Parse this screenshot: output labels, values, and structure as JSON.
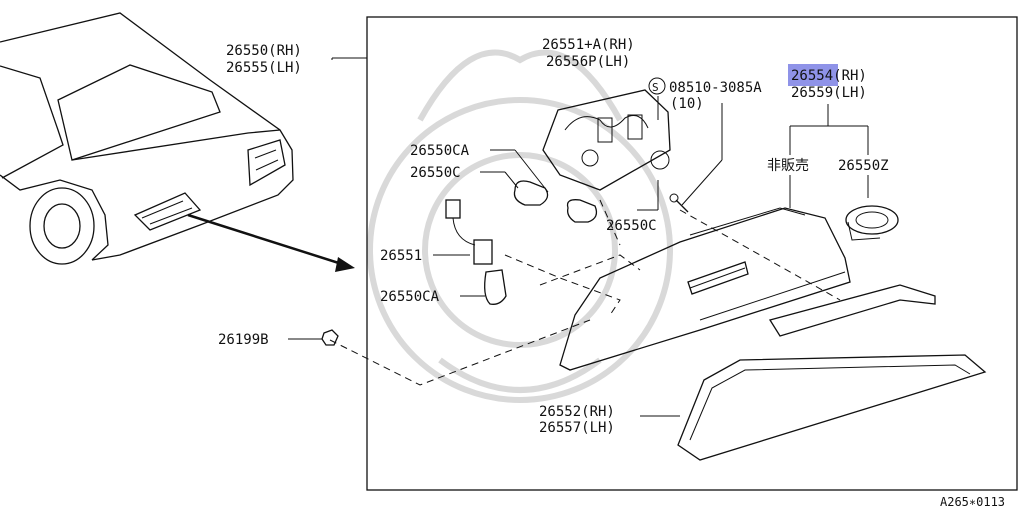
{
  "diagram": {
    "labels": {
      "assembly_rh": "26550(RH)",
      "assembly_lh": "26555(LH)",
      "housing_rh": "26551+A(RH)",
      "housing_lh": "26556P(LH)",
      "screw_code": "08510-3085A",
      "screw_qty": "(10)",
      "lens_rh": "26554(RH)",
      "lens_lh": "26559(LH)",
      "not_sold": "非販売",
      "seal_ring": "26550Z",
      "bulb_ca_top": "26550CA",
      "bulb_c_left": "26550C",
      "bulb_c_right": "26550C",
      "socket": "26551",
      "bulb_ca_bottom": "26550CA",
      "nut": "26199B",
      "gasket_rh": "26552(RH)",
      "gasket_lh": "26557(LH)"
    },
    "screw_symbol": "S",
    "highlight_color": "#8f93e8",
    "footer_code": "A265∗0113"
  }
}
